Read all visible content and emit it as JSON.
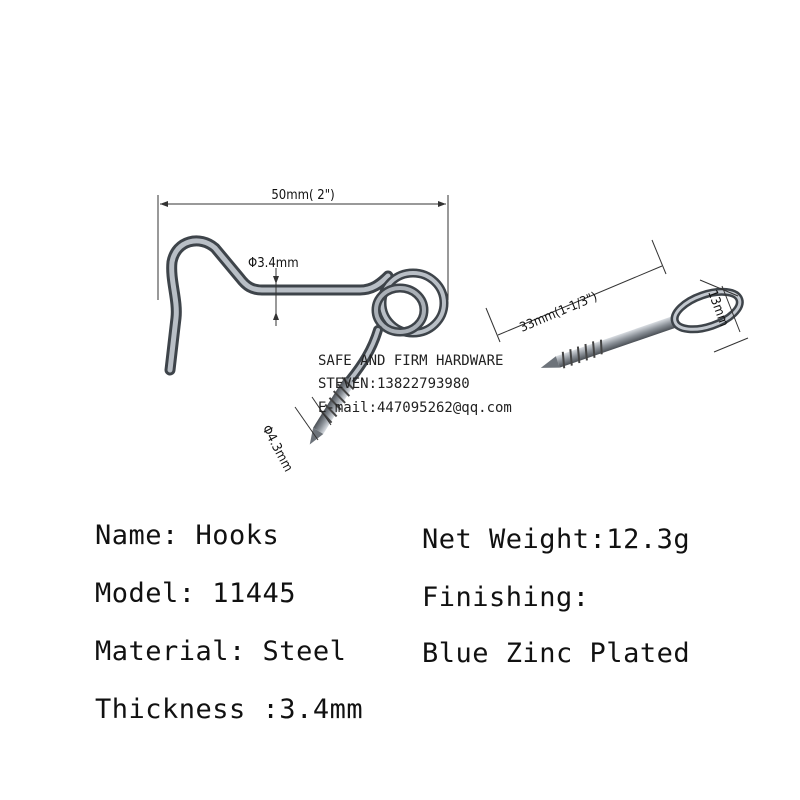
{
  "dimensions": {
    "hook_length": "50mm( 2\")",
    "wire_diameter": "Φ3.4mm",
    "screw_diameter": "Φ4.3mm",
    "eye_length": "33mm(1-1/3\")",
    "eye_height": "13mm"
  },
  "watermark": {
    "line1": "SAFE AND FIRM HARDWARE",
    "line2": "STEVEN:13822793980",
    "line3": "E-mail:447095262@qq.com"
  },
  "specs": {
    "name": "Name: Hooks",
    "model": "Model: 11445",
    "material": "Material: Steel",
    "thickness": "Thickness :3.4mm",
    "net_weight": "Net Weight:12.3g",
    "finishing_label": "Finishing:",
    "finishing_value": "Blue Zinc Plated"
  }
}
